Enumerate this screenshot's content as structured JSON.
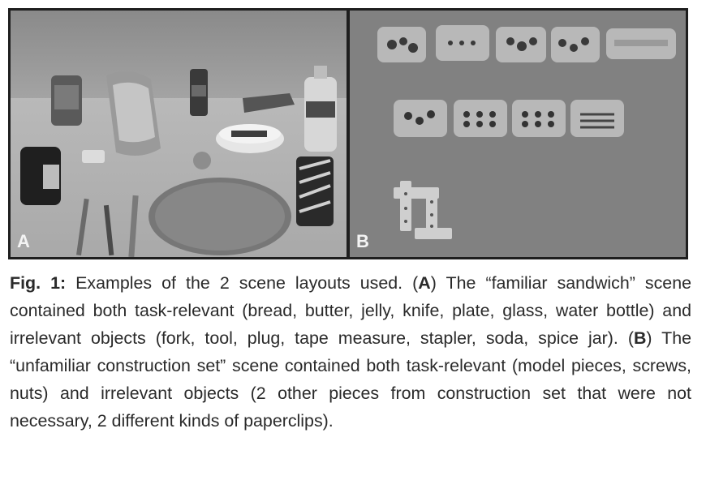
{
  "figure": {
    "panel_a": {
      "letter": "A"
    },
    "panel_b": {
      "letter": "B"
    }
  },
  "caption": {
    "label": "Fig. 1:",
    "t1": " Examples of the 2 scene layouts used. (",
    "ref_a": "A",
    "t2": ") The “familiar sandwich” scene contained both task-relevant (bread, butter, jelly, knife, plate, glass, water bottle) and irrelevant objects (fork, tool, plug, tape measure, stapler, soda, spice jar). (",
    "ref_b": "B",
    "t3": ") The “unfamiliar construction set” scene contained both task-relevant (model pieces, screws, nuts) and irrelevant objects (2 other pieces from construction set that were not necessary, 2 different kinds of paperclips)."
  }
}
